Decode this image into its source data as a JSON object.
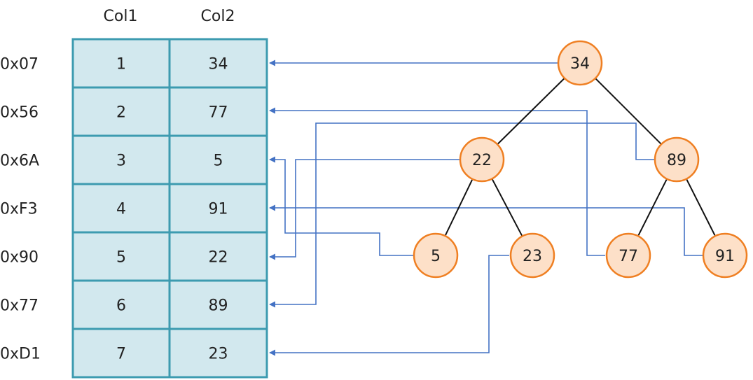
{
  "table": {
    "headers": [
      "Col1",
      "Col2"
    ],
    "rows": [
      {
        "address": "0x07",
        "col1": "1",
        "col2": "34"
      },
      {
        "address": "0x56",
        "col1": "2",
        "col2": "77"
      },
      {
        "address": "0x6A",
        "col1": "3",
        "col2": "5"
      },
      {
        "address": "0xF3",
        "col1": "4",
        "col2": "91"
      },
      {
        "address": "0x90",
        "col1": "5",
        "col2": "22"
      },
      {
        "address": "0x77",
        "col1": "6",
        "col2": "89"
      },
      {
        "address": "0xD1",
        "col1": "7",
        "col2": "23"
      }
    ]
  },
  "tree": {
    "nodes": [
      {
        "id": "n34",
        "label": "34",
        "row": "0x07"
      },
      {
        "id": "n22",
        "label": "22",
        "row": "0x90"
      },
      {
        "id": "n89",
        "label": "89",
        "row": "0x77"
      },
      {
        "id": "n5",
        "label": "5",
        "row": "0x6A"
      },
      {
        "id": "n23",
        "label": "23",
        "row": "0xD1"
      },
      {
        "id": "n77",
        "label": "77",
        "row": "0x56"
      },
      {
        "id": "n91",
        "label": "91",
        "row": "0xF3"
      }
    ],
    "edges": [
      [
        "n34",
        "n22"
      ],
      [
        "n34",
        "n89"
      ],
      [
        "n22",
        "n5"
      ],
      [
        "n22",
        "n23"
      ],
      [
        "n89",
        "n77"
      ],
      [
        "n89",
        "n91"
      ]
    ]
  },
  "colors": {
    "cell_fill": "#d2e8ee",
    "cell_border": "#3d9bb0",
    "node_fill": "#fde0c8",
    "node_border": "#ef7f22",
    "pointer_line": "#4472c4",
    "tree_edge": "#111111"
  }
}
